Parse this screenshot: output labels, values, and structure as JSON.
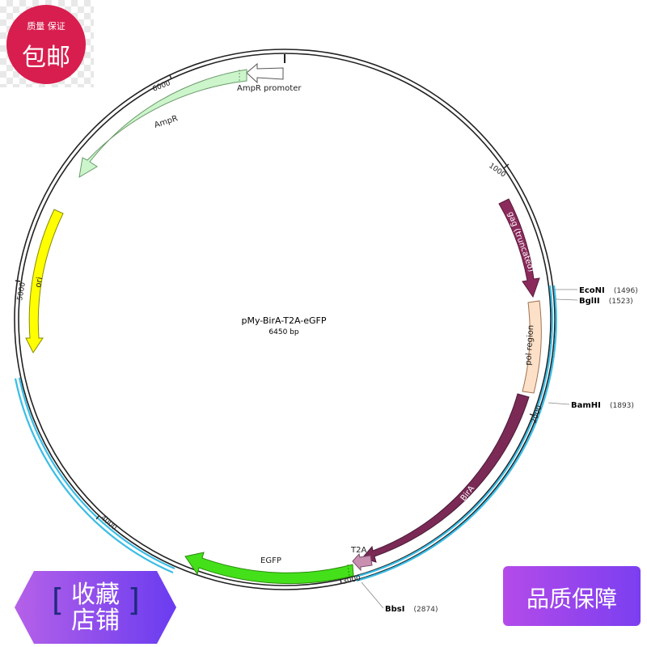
{
  "plasmid": {
    "name": "pMy-BirA-T2A-eGFP",
    "size_label": "6450 bp"
  },
  "ticks": [
    "1000",
    "2000",
    "3000",
    "4000",
    "5000",
    "6000"
  ],
  "features": {
    "ampr_promoter": "AmpR promoter",
    "ampr": "AmpR",
    "ori": "ori",
    "gag": "gag (truncated)",
    "pol": "pol region",
    "bira": "BirA",
    "t2a": "T2A",
    "egfp": "EGFP"
  },
  "sites": [
    {
      "name": "EcoNI",
      "pos": "(1496)"
    },
    {
      "name": "BglII",
      "pos": "(1523)"
    },
    {
      "name": "BamHI",
      "pos": "(1893)"
    },
    {
      "name": "BbsI",
      "pos": "(2874)"
    }
  ],
  "colors": {
    "backbone": "#222222",
    "insert": "#3bbde6",
    "ampr": "#ccf5cc",
    "ori": "#ffff00",
    "gag": "#8a2b5c",
    "pol": "#fde0c8",
    "bira": "#7a2a55",
    "t2a": "#c98fb0",
    "egfp": "#44e01a"
  },
  "badges": {
    "top_small": "质量  保证",
    "top_large": "包邮",
    "fav_line1": "收藏",
    "fav_line2": "店铺",
    "quality": "品质保障"
  }
}
